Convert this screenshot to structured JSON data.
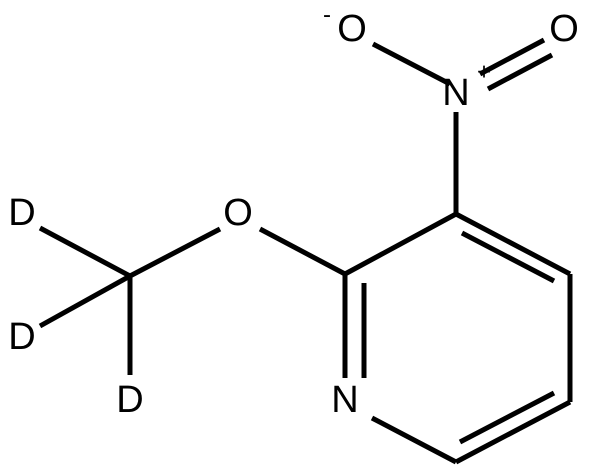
{
  "molecule": {
    "atoms": {
      "o_minus": "O",
      "o_minus_charge": "-",
      "o_double": "O",
      "n_nitro": "N",
      "n_nitro_charge": "+",
      "o_ether": "O",
      "n_ring": "N",
      "d1": "D",
      "d2": "D",
      "d3": "D"
    }
  },
  "colors": {
    "ink": "#000000",
    "background": "#ffffff"
  }
}
